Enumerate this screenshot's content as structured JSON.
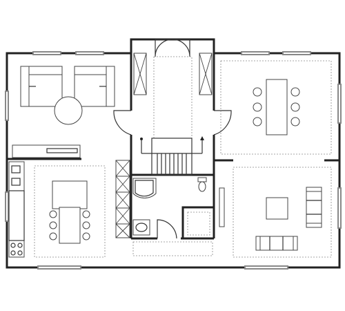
{
  "diagram": {
    "type": "floor-plan",
    "rooms": [
      "living-room",
      "kitchen-dining",
      "entrance-hall",
      "bathroom",
      "dining-room",
      "lounge"
    ],
    "colors": {
      "wall": "#222222",
      "furniture": "#444444",
      "rug": "#888888",
      "window": "#888888",
      "background": "#ffffff"
    }
  }
}
